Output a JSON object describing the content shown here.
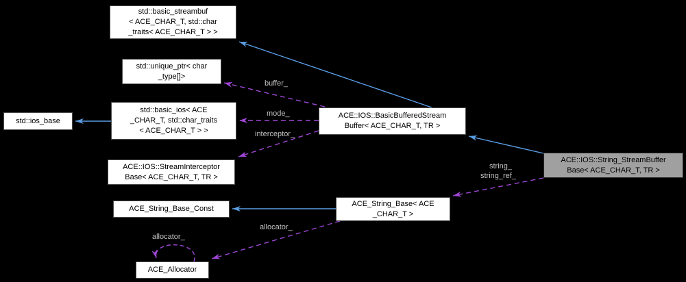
{
  "diagram": {
    "type": "doxygen-collaboration-graph",
    "colors": {
      "background": "#000000",
      "inheritance_arrow": "#5b9ee6",
      "usage_arrow": "#9e46d6",
      "edge_label_text": "#c3c3c3",
      "node_fill": "#ffffff",
      "main_node_fill": "#a0a0a0",
      "node_text": "#000000"
    },
    "nodes": [
      {
        "id": "std-basic-streambuf",
        "label": "std::basic_streambuf\n< ACE_CHAR_T, std::char\n_traits< ACE_CHAR_T > >"
      },
      {
        "id": "std-unique-ptr",
        "label": "std::unique_ptr< char\n_type[]>"
      },
      {
        "id": "std-ios-base",
        "label": "std::ios_base"
      },
      {
        "id": "std-basic-ios",
        "label": "std::basic_ios< ACE\n_CHAR_T, std::char_traits\n< ACE_CHAR_T > >"
      },
      {
        "id": "stream-interceptor-base",
        "label": "ACE::IOS::StreamInterceptor\nBase< ACE_CHAR_T, TR >"
      },
      {
        "id": "basic-buffered-stream-buffer",
        "label": "ACE::IOS::BasicBufferedStream\nBuffer< ACE_CHAR_T, TR >"
      },
      {
        "id": "string-stream-buffer-base",
        "label": "ACE::IOS::String_StreamBuffer\nBase< ACE_CHAR_T, TR >",
        "main": true
      },
      {
        "id": "ace-string-base",
        "label": "ACE_String_Base< ACE\n_CHAR_T >"
      },
      {
        "id": "ace-string-base-const",
        "label": "ACE_String_Base_Const"
      },
      {
        "id": "ace-allocator",
        "label": "ACE_Allocator"
      }
    ],
    "edge_labels": {
      "buffer": "buffer_",
      "mode": "mode_",
      "interceptor": "interceptor_",
      "string": "string_",
      "string_ref": "string_ref_",
      "allocator": "allocator_",
      "allocator_self": "allocator_"
    },
    "edges": [
      {
        "from": "ACE::IOS::BasicBufferedStreamBuffer",
        "to": "std::basic_streambuf",
        "type": "public-inheritance",
        "label": ""
      },
      {
        "from": "std::basic_ios",
        "to": "std::ios_base",
        "type": "public-inheritance",
        "label": ""
      },
      {
        "from": "ACE::IOS::String_StreamBufferBase",
        "to": "ACE::IOS::BasicBufferedStreamBuffer",
        "type": "public-inheritance",
        "label": ""
      },
      {
        "from": "ACE_String_Base",
        "to": "ACE_String_Base_Const",
        "type": "public-inheritance",
        "label": ""
      },
      {
        "from": "ACE::IOS::BasicBufferedStreamBuffer",
        "to": "std::unique_ptr",
        "type": "usage",
        "label": "buffer_"
      },
      {
        "from": "ACE::IOS::BasicBufferedStreamBuffer",
        "to": "std::basic_ios",
        "type": "usage",
        "label": "mode_"
      },
      {
        "from": "ACE::IOS::BasicBufferedStreamBuffer",
        "to": "ACE::IOS::StreamInterceptorBase",
        "type": "usage",
        "label": "interceptor_"
      },
      {
        "from": "ACE::IOS::String_StreamBufferBase",
        "to": "ACE_String_Base",
        "type": "usage",
        "label": "string_ string_ref_"
      },
      {
        "from": "ACE_String_Base",
        "to": "ACE_Allocator",
        "type": "usage",
        "label": "allocator_"
      },
      {
        "from": "ACE_Allocator",
        "to": "ACE_Allocator",
        "type": "usage-self",
        "label": "allocator_"
      }
    ]
  }
}
